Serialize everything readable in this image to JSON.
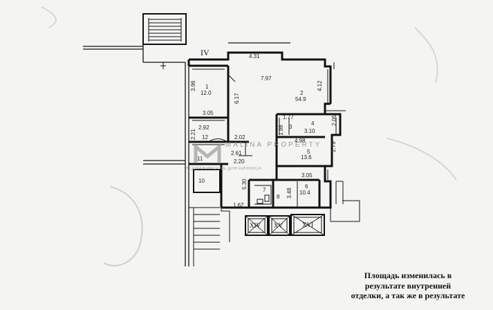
{
  "level_label": "IV",
  "rooms": [
    {
      "number": "1",
      "area": "12.0"
    },
    {
      "number": "2",
      "area": "54.9"
    },
    {
      "number": "3",
      "area": ""
    },
    {
      "number": "4",
      "area": ""
    },
    {
      "number": "5",
      "area": "13.6"
    },
    {
      "number": "6",
      "area": "10.4"
    },
    {
      "number": "7",
      "area": ""
    },
    {
      "number": "8",
      "area": ""
    },
    {
      "number": "10",
      "area": ""
    },
    {
      "number": "11",
      "area": ""
    },
    {
      "number": "12",
      "area": ""
    }
  ],
  "dimensions": {
    "d431": "4.31",
    "d797": "7.97",
    "d617": "6.17",
    "d412": "4.12",
    "d396": "3.96",
    "d305a": "3.05",
    "d292": "2.92",
    "d221": "2.21",
    "d202": "2.02",
    "d261": "2.61",
    "d220": "2.20",
    "d177": "1.77",
    "d198": "1.98",
    "d310": "3.10",
    "d205": "2.05",
    "d498": "4.98",
    "d279": "2.79",
    "d305b": "3.05",
    "d530": "5.30",
    "d348": "3.48",
    "d162": "1.62"
  },
  "shafts": [
    "XIV",
    "XV",
    "XVI"
  ],
  "watermark": {
    "brand": "MALINA PROPERTY",
    "tagline": "НЕДВИЖИМОСТЬ ДЛЯ БИЗНЕСА"
  },
  "note_lines": [
    "Площадь изменилась в",
    "результате внутренней",
    "отделки, а так же в результате"
  ]
}
